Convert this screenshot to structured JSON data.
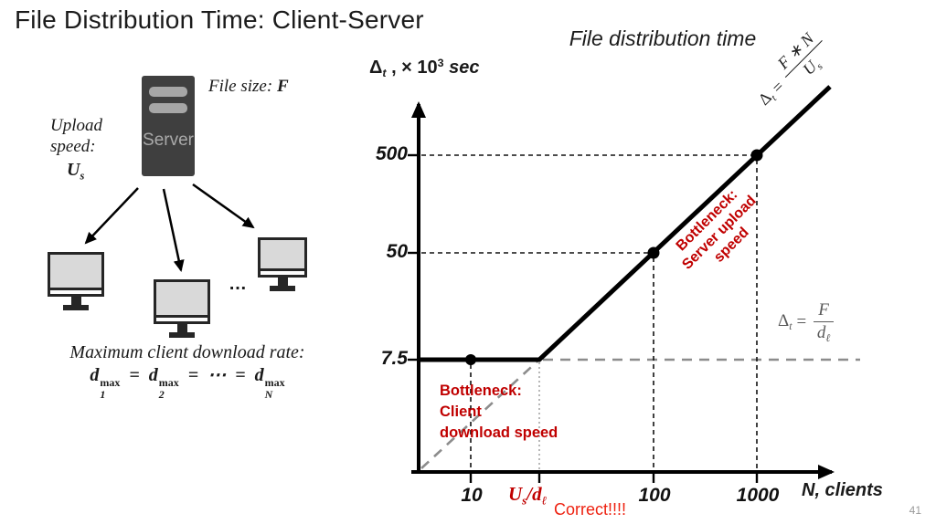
{
  "slide": {
    "title": "File Distribution Time: Client-Server",
    "page_number": "41"
  },
  "diagram": {
    "file_size": {
      "label": "File size: ",
      "symbol": "F"
    },
    "upload_speed": {
      "line1": "Upload",
      "line2": "speed:",
      "symbol": "U",
      "symbol_sub": "s"
    },
    "server_label": "Server",
    "clients_ellipsis": "…",
    "max_rate_label": "Maximum client download rate:",
    "rate_formula": {
      "d": "d",
      "sup": "max",
      "sub_1": "1",
      "sub_2": "2",
      "sub_n": "N",
      "equals": "=",
      "cdots": "⋯"
    }
  },
  "chart": {
    "title": "File distribution time",
    "y_axis_label": {
      "delta": "Δ",
      "delta_sub": "t",
      "mid": " , × 10",
      "exp": "3",
      "unit": " sec"
    },
    "y_ticks": [
      "500",
      "50",
      "7.5"
    ],
    "x_ticks": [
      "10",
      "100",
      "1000"
    ],
    "x_special_tick": {
      "u": "U",
      "u_sub": "s",
      "slash": "/",
      "d": "d",
      "d_sub": "ℓ"
    },
    "x_axis_label": "N, clients",
    "upper_formula": {
      "delta": "Δ",
      "delta_sub": "t",
      "equals": "=",
      "numerator": "F ∗ N",
      "den_base": "U",
      "den_sub": "s"
    },
    "lower_formula": {
      "delta": "Δ",
      "delta_sub": "t",
      "equals": "=",
      "numerator": "F",
      "den_base": "d",
      "den_sub": "ℓ"
    },
    "bottleneck_server": {
      "line1": "Bottleneck:",
      "line2": "Server upload",
      "line3": "speed"
    },
    "bottleneck_client": {
      "line1": "Bottleneck:",
      "line2": "Client",
      "line3": "download speed"
    },
    "correct_label": "Correct!!!!",
    "colors": {
      "dark_red": "#c00000",
      "bright_red": "#ee2211",
      "gray_dash": "#8c8c8c",
      "axis_black": "#000000"
    }
  },
  "chart_data": {
    "type": "line",
    "title": "File distribution time",
    "xlabel": "N, clients",
    "ylabel": "Δt , × 10³ sec",
    "x_scale": "log",
    "x_tick_labels": [
      "10",
      "Us/dℓ",
      "100",
      "1000"
    ],
    "y_tick_labels": [
      "7.5",
      "50",
      "500"
    ],
    "series": [
      {
        "name": "Client-server file distribution time",
        "x": [
          1,
          "Us/dℓ",
          100,
          1000
        ],
        "y": [
          7.5,
          7.5,
          50,
          500
        ],
        "note": "flat at Δt = 7.5 (×10³ sec) until N = Us/dℓ, then increases linearly with N"
      }
    ],
    "marked_points": [
      {
        "x": 10,
        "y": 7.5
      },
      {
        "x": 100,
        "y": 50
      },
      {
        "x": 1000,
        "y": 500
      }
    ],
    "asymptotes": [
      {
        "label": "Δt = F∗N/Us",
        "meaning": "server upload speed bottleneck (large N)"
      },
      {
        "label": "Δt = F/dℓ",
        "meaning": "client download speed bottleneck (small N)"
      }
    ],
    "annotations": [
      "Bottleneck: Server upload speed",
      "Bottleneck: Client download speed",
      "Correct!!!!"
    ],
    "legend": false,
    "grid": false
  }
}
